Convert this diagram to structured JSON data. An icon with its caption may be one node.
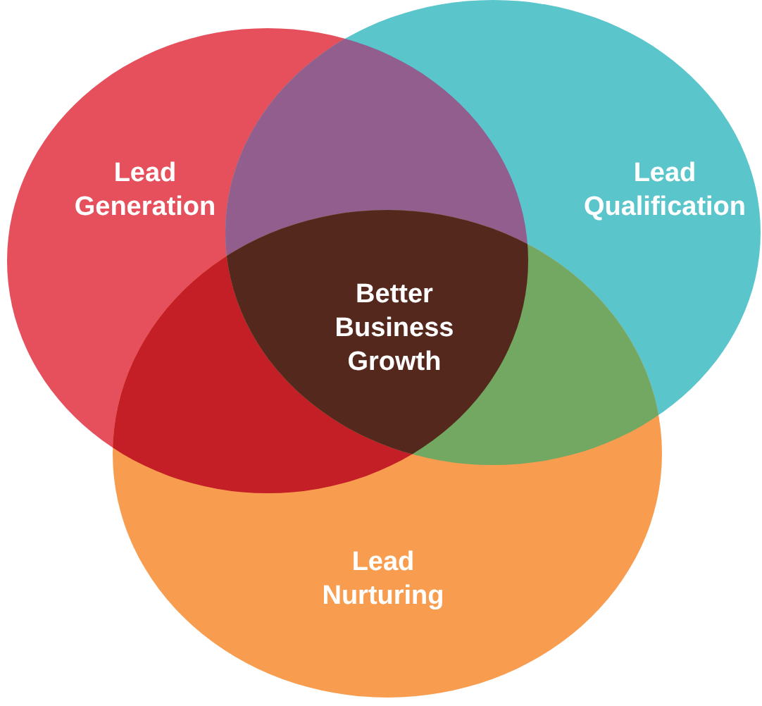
{
  "diagram": {
    "nodes": [
      {
        "text": [
          "Lead Generation"
        ]
      },
      {
        "text": [
          "Lead Qualification"
        ]
      },
      {
        "text": [
          "Lead Nurturing"
        ]
      },
      {
        "text": [
          "Better Business Growth"
        ]
      }
    ]
  }
}
